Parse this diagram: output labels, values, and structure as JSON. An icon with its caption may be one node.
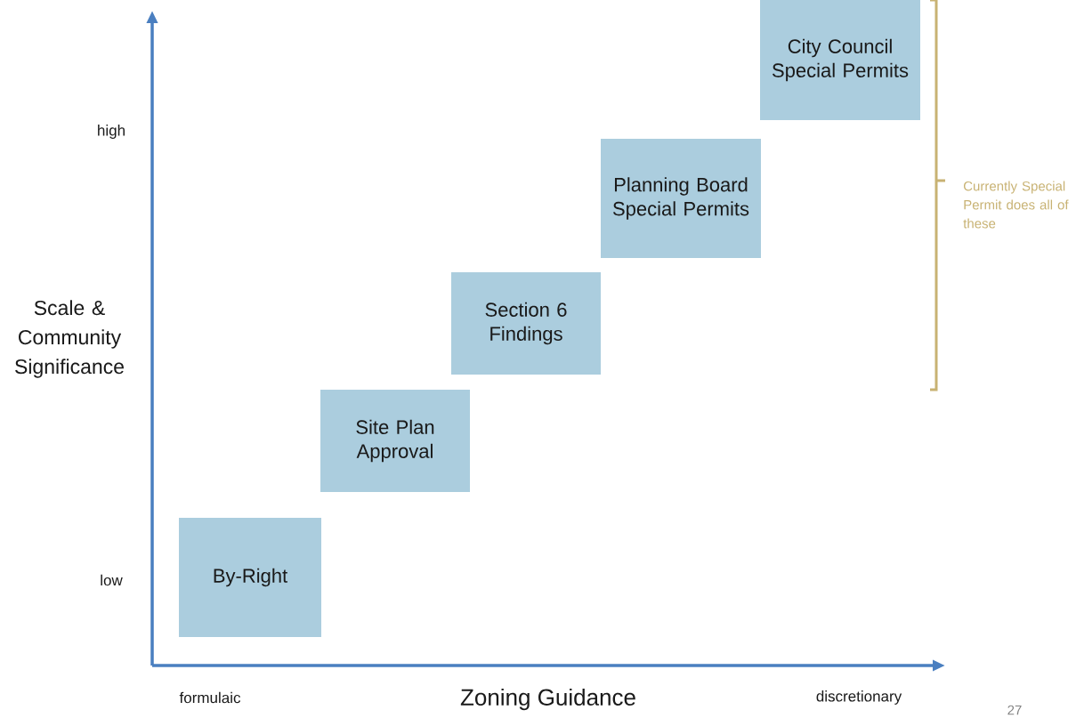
{
  "diagram": {
    "nodes": [
      {
        "text": [
          "By-Right"
        ]
      },
      {
        "text": [
          "Site Plan Approval"
        ]
      },
      {
        "text": [
          "Section 6 Findings"
        ]
      },
      {
        "text": [
          "Planning Board Special Permits"
        ]
      },
      {
        "text": [
          "City Council Special Permits"
        ]
      }
    ],
    "labels": [
      "high",
      "low",
      "Scale & Community Significance",
      "Currently Special Permit does all of these",
      "formulaic",
      "Zoning Guidance",
      "discretionary",
      "27"
    ]
  }
}
